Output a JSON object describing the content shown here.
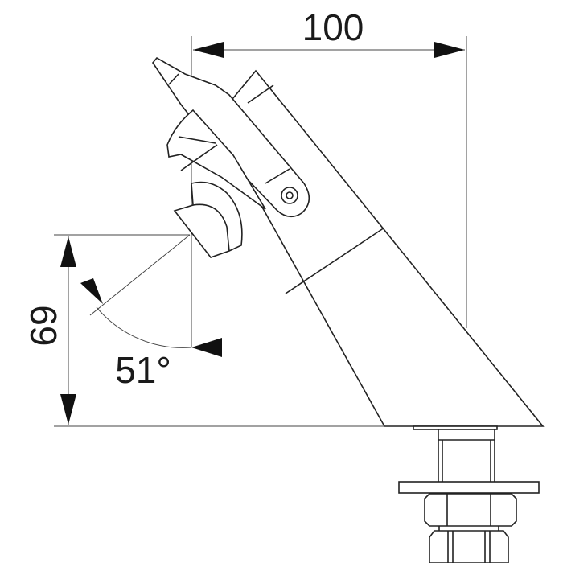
{
  "dimensions": {
    "width": "100",
    "height": "69",
    "angle": "51°"
  },
  "colors": {
    "line": "#222222",
    "background": "#ffffff"
  }
}
